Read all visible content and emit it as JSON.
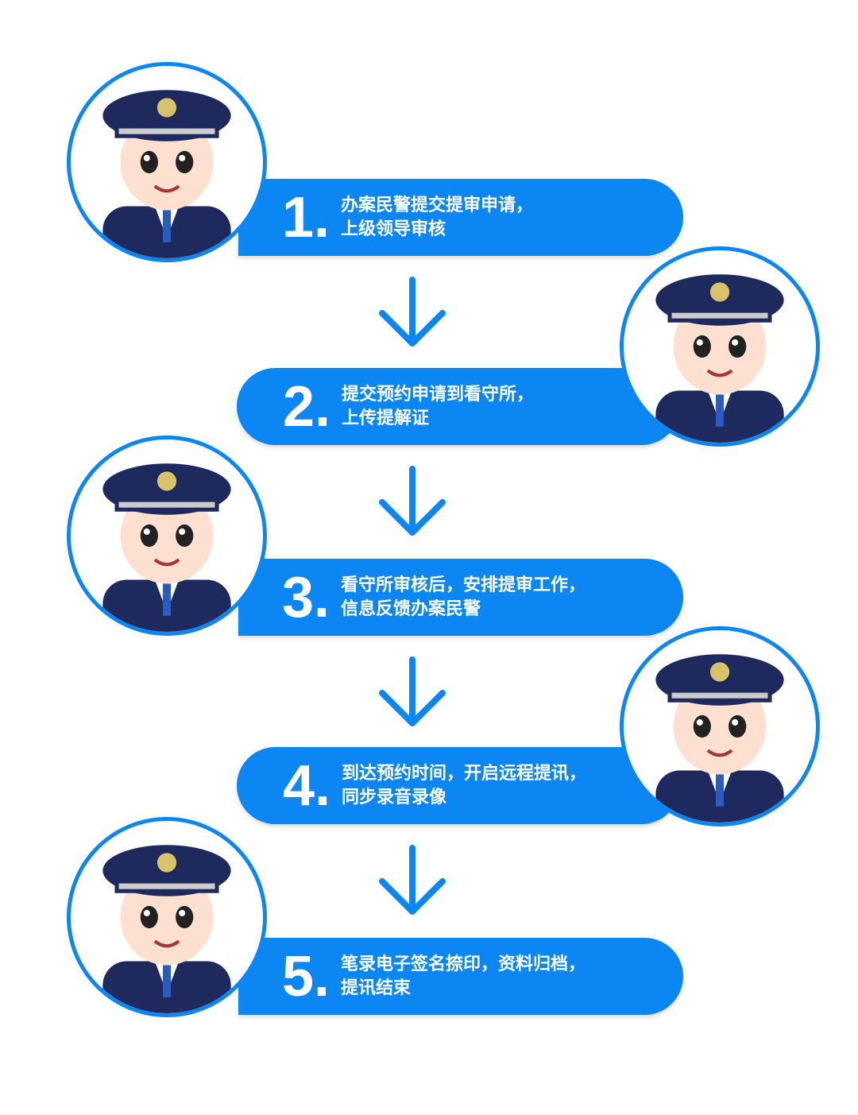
{
  "colors": {
    "accent": "#0b86f2",
    "uniform": "#1e2a5e"
  },
  "steps": [
    {
      "number": "1.",
      "line1": "办案民警提交提审申请，",
      "line2": "上级领导审核",
      "figure": "police-officer-saluting"
    },
    {
      "number": "2.",
      "line1": "提交预约申请到看守所，",
      "line2": "上传提解证",
      "figure": "police-officer-pointing"
    },
    {
      "number": "3.",
      "line1": "看守所审核后，安排提审工作，",
      "line2": "信息反馈办案民警",
      "figure": "police-officer-ok-gesture"
    },
    {
      "number": "4.",
      "line1": "到达预约时间，开启远程提讯，",
      "line2": "同步录音录像",
      "figure": "police-officer-pointing"
    },
    {
      "number": "5.",
      "line1": "笔录电子签名捺印，资料归档，",
      "line2": "提讯结束",
      "figure": "police-officer-saluting"
    }
  ]
}
